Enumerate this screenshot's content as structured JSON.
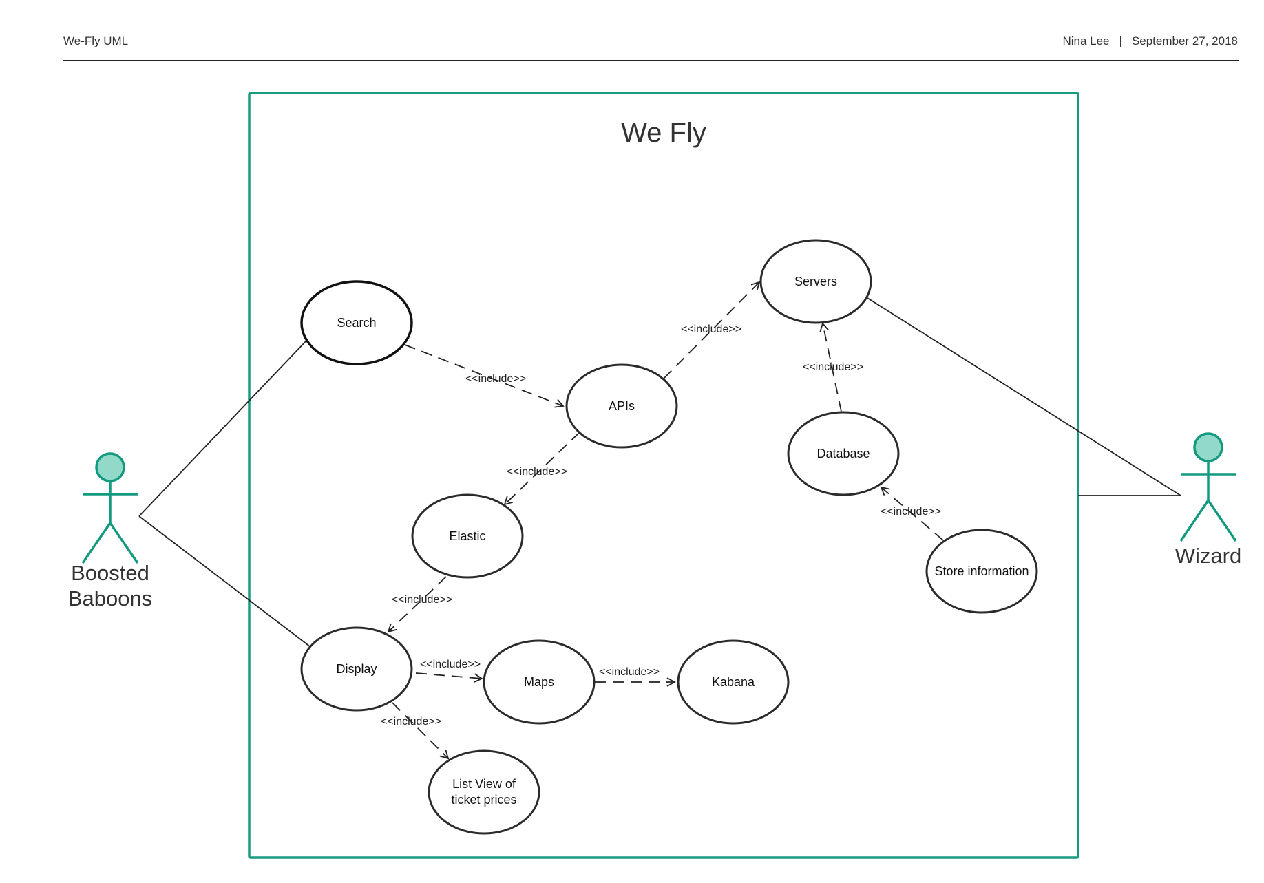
{
  "header": {
    "doc_title": "We-Fly UML",
    "author": "Nina Lee",
    "separator": "|",
    "date": "September 27, 2018"
  },
  "colors": {
    "system_border": "#1a9a80",
    "actor_stroke": "#129a7f",
    "actor_head_fill": "#93d9c9",
    "line": "#222222"
  },
  "system": {
    "title": "We Fly"
  },
  "actors": {
    "left": {
      "line1": "Boosted",
      "line2": "Baboons"
    },
    "right": {
      "name": "Wizard"
    }
  },
  "use_cases": {
    "search": "Search",
    "apis": "APIs",
    "servers": "Servers",
    "database": "Database",
    "store_information": "Store information",
    "elastic": "Elastic",
    "display": "Display",
    "maps": "Maps",
    "kabana": "Kabana",
    "list_view_line1": "List View of",
    "list_view_line2": "ticket prices"
  },
  "relations": {
    "include_label": "<<include>>"
  }
}
